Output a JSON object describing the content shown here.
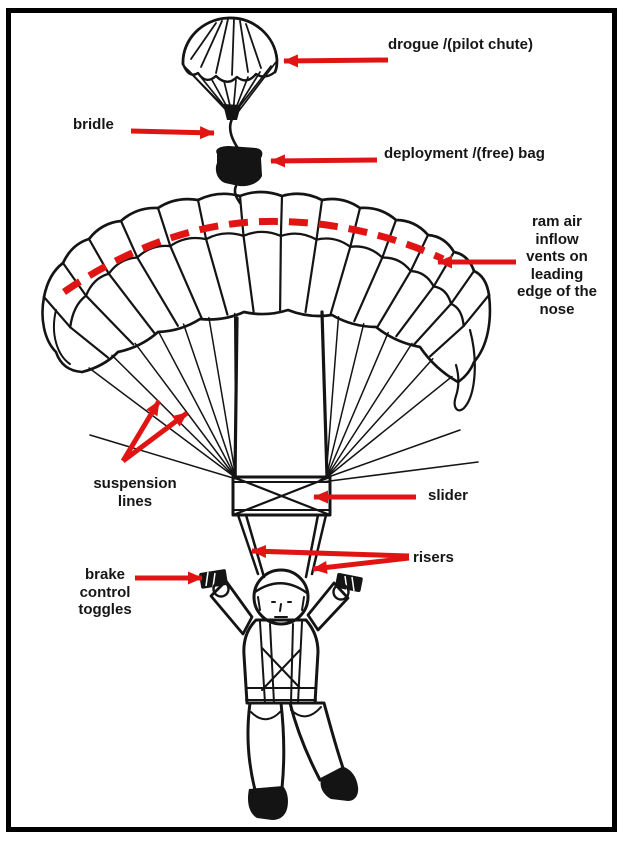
{
  "colors": {
    "accent": "#e11414",
    "ink": "#141414",
    "paper": "#ffffff",
    "frame": "#000000"
  },
  "labels": {
    "drogue": "drogue /(pilot chute)",
    "bridle": "bridle",
    "deployment_bag": "deployment /(free) bag",
    "ram_air": "ram air\ninflow\nvents on\nleading\nedge of the\nnose",
    "suspension_lines": "suspension\nlines",
    "slider": "slider",
    "risers": "risers",
    "brake_toggles": "brake\ncontrol\ntoggles"
  }
}
